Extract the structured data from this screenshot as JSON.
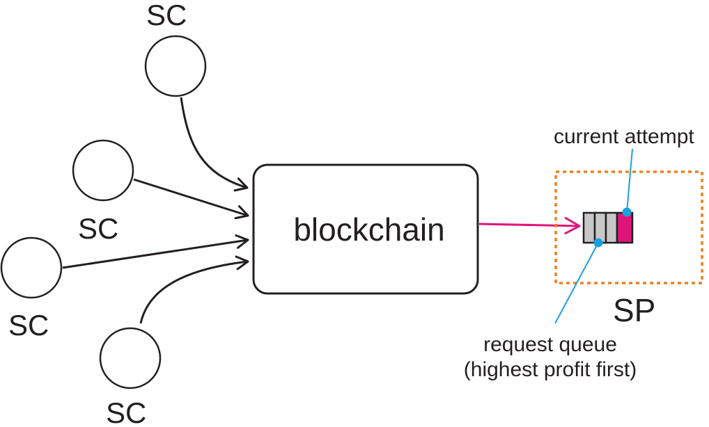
{
  "diagram": {
    "sc_nodes": [
      {
        "label": "SC"
      },
      {
        "label": "SC"
      },
      {
        "label": "SC"
      },
      {
        "label": "SC"
      }
    ],
    "blockchain": {
      "label": "blockchain"
    },
    "sp": {
      "label": "SP"
    },
    "annotations": {
      "current_attempt": "current attempt",
      "request_queue_line1": "request queue",
      "request_queue_line2": "(highest profit first)"
    },
    "colors": {
      "stroke": "#231f20",
      "arrow_to_sp": "#e0157a",
      "sp_border": "#f07f1f",
      "queue_slot": "#c8c8c8",
      "current_slot": "#e0157a",
      "pointer": "#1aa0e0"
    }
  }
}
